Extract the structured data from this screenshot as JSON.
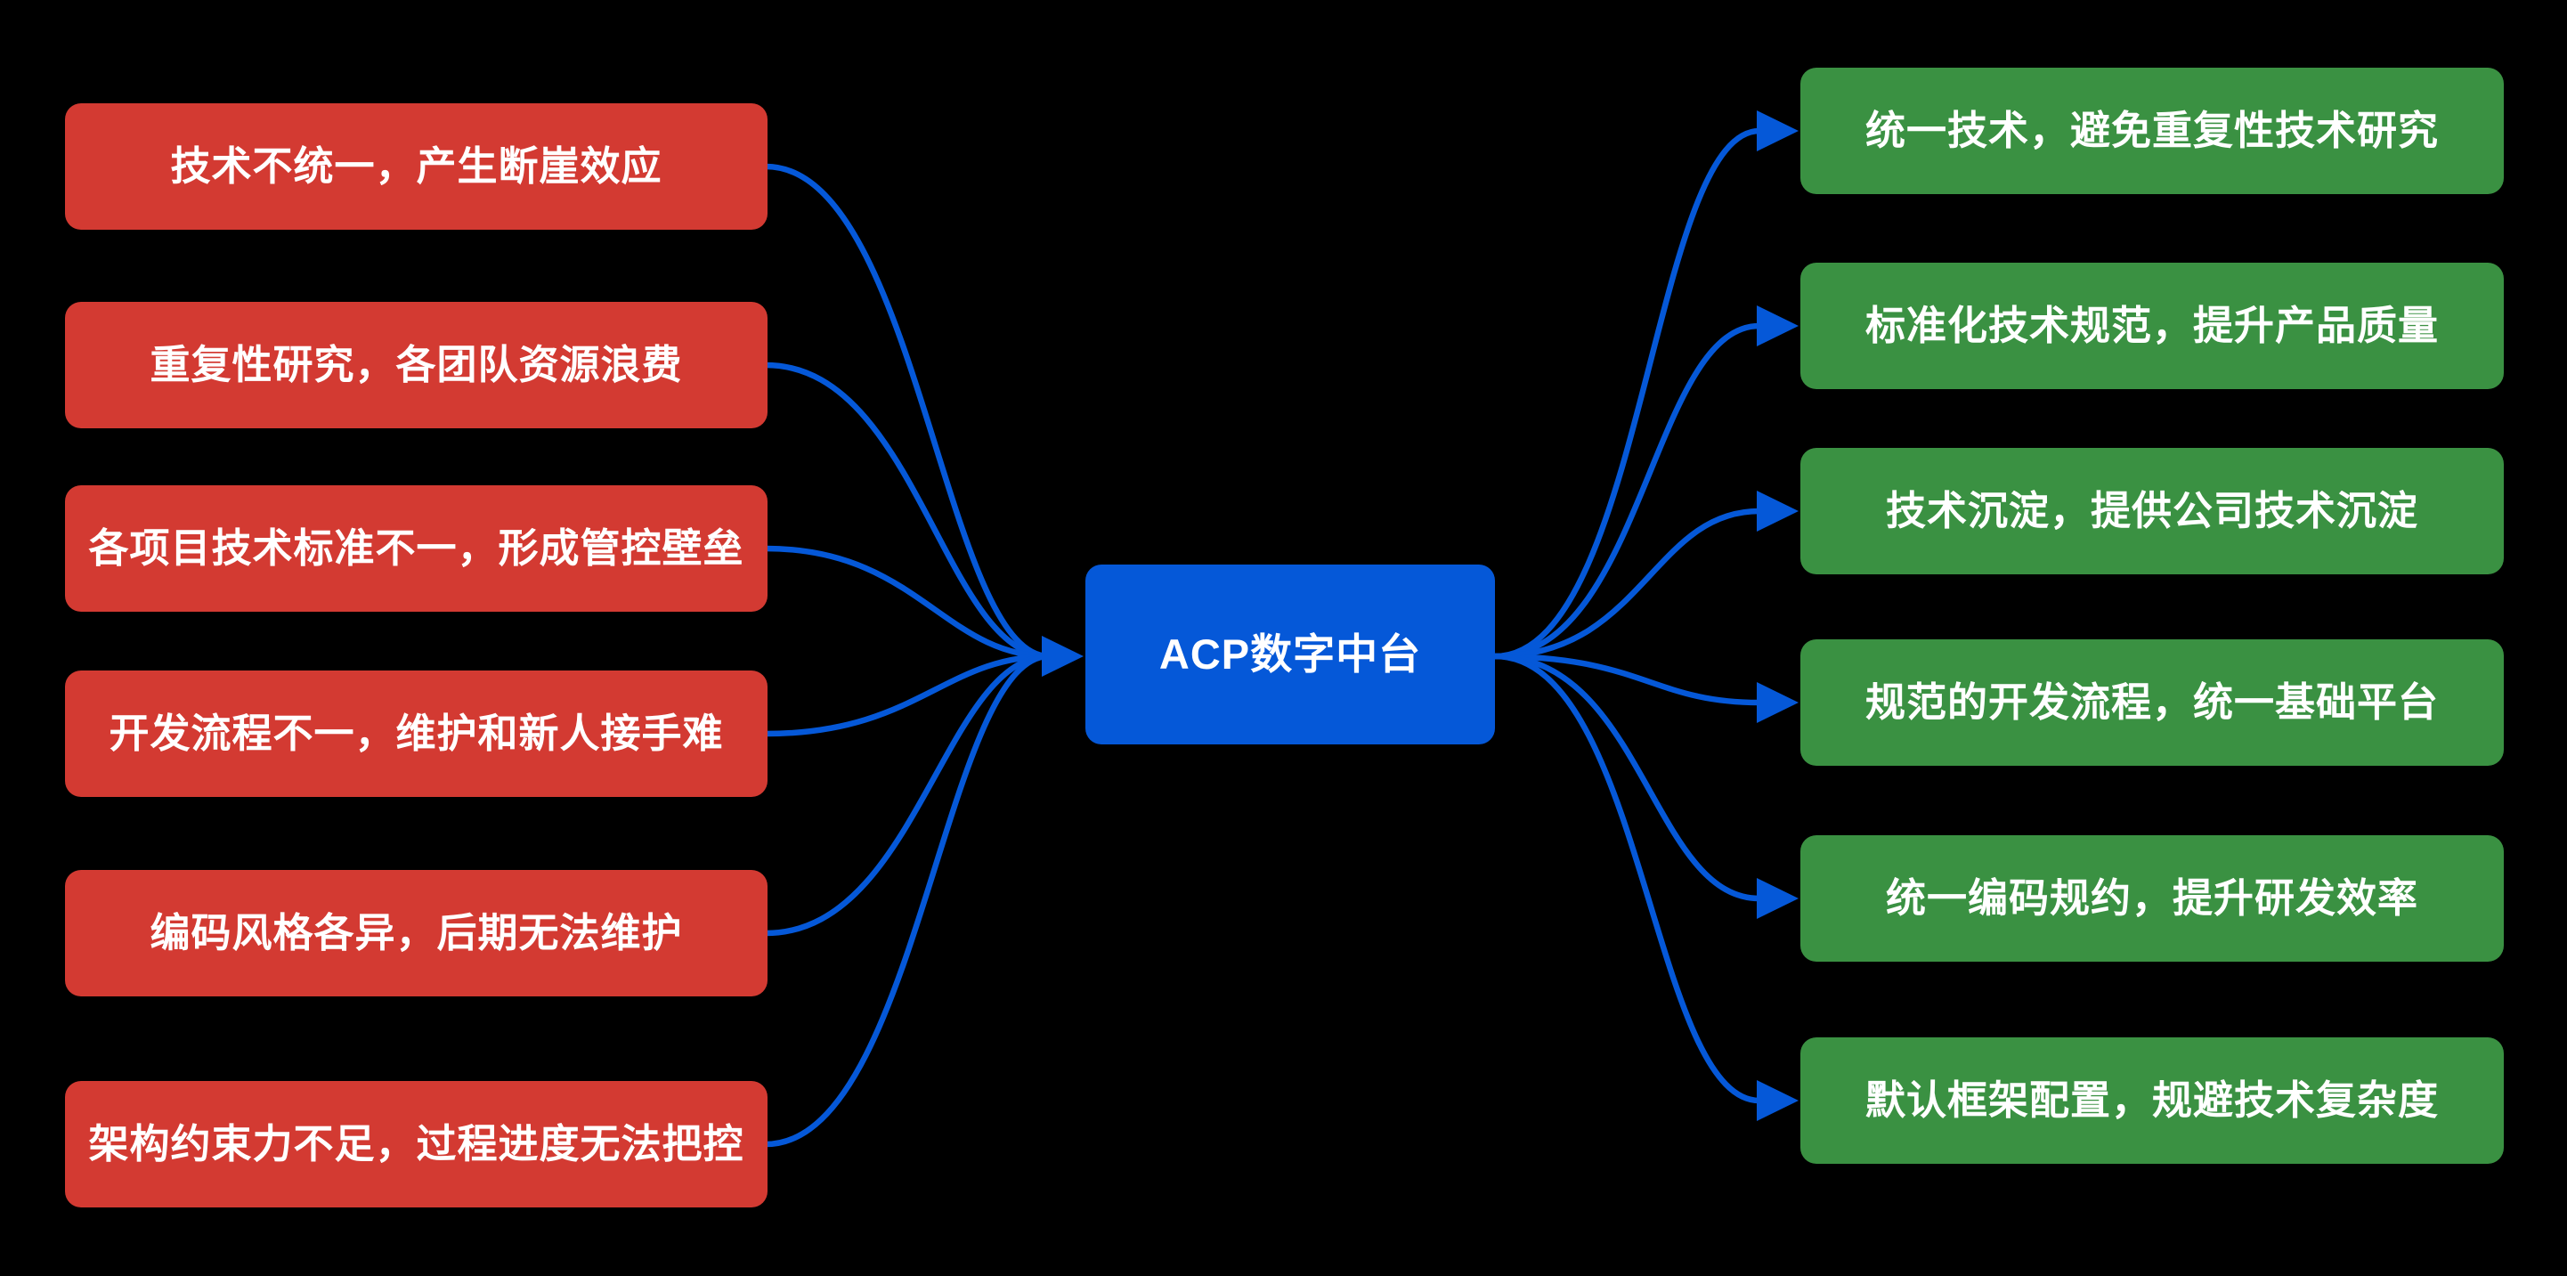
{
  "colors": {
    "background": "#000000",
    "problem_node": "#D33A32",
    "benefit_node": "#3A9142",
    "center_node": "#0558D8",
    "connector": "#0558D8",
    "text": "#FFFFFF"
  },
  "center": {
    "label": "ACP数字中台"
  },
  "problems": [
    {
      "label": "技术不统一，产生断崖效应"
    },
    {
      "label": "重复性研究，各团队资源浪费"
    },
    {
      "label": "各项目技术标准不一，形成管控壁垒"
    },
    {
      "label": "开发流程不一，维护和新人接手难"
    },
    {
      "label": "编码风格各异，后期无法维护"
    },
    {
      "label": "架构约束力不足，过程进度无法把控"
    }
  ],
  "benefits": [
    {
      "label": "统一技术，避免重复性技术研究"
    },
    {
      "label": "标准化技术规范，提升产品质量"
    },
    {
      "label": "技术沉淀，提供公司技术沉淀"
    },
    {
      "label": "规范的开发流程，统一基础平台"
    },
    {
      "label": "统一编码规约，提升研发效率"
    },
    {
      "label": "默认框架配置，规避技术复杂度"
    }
  ]
}
